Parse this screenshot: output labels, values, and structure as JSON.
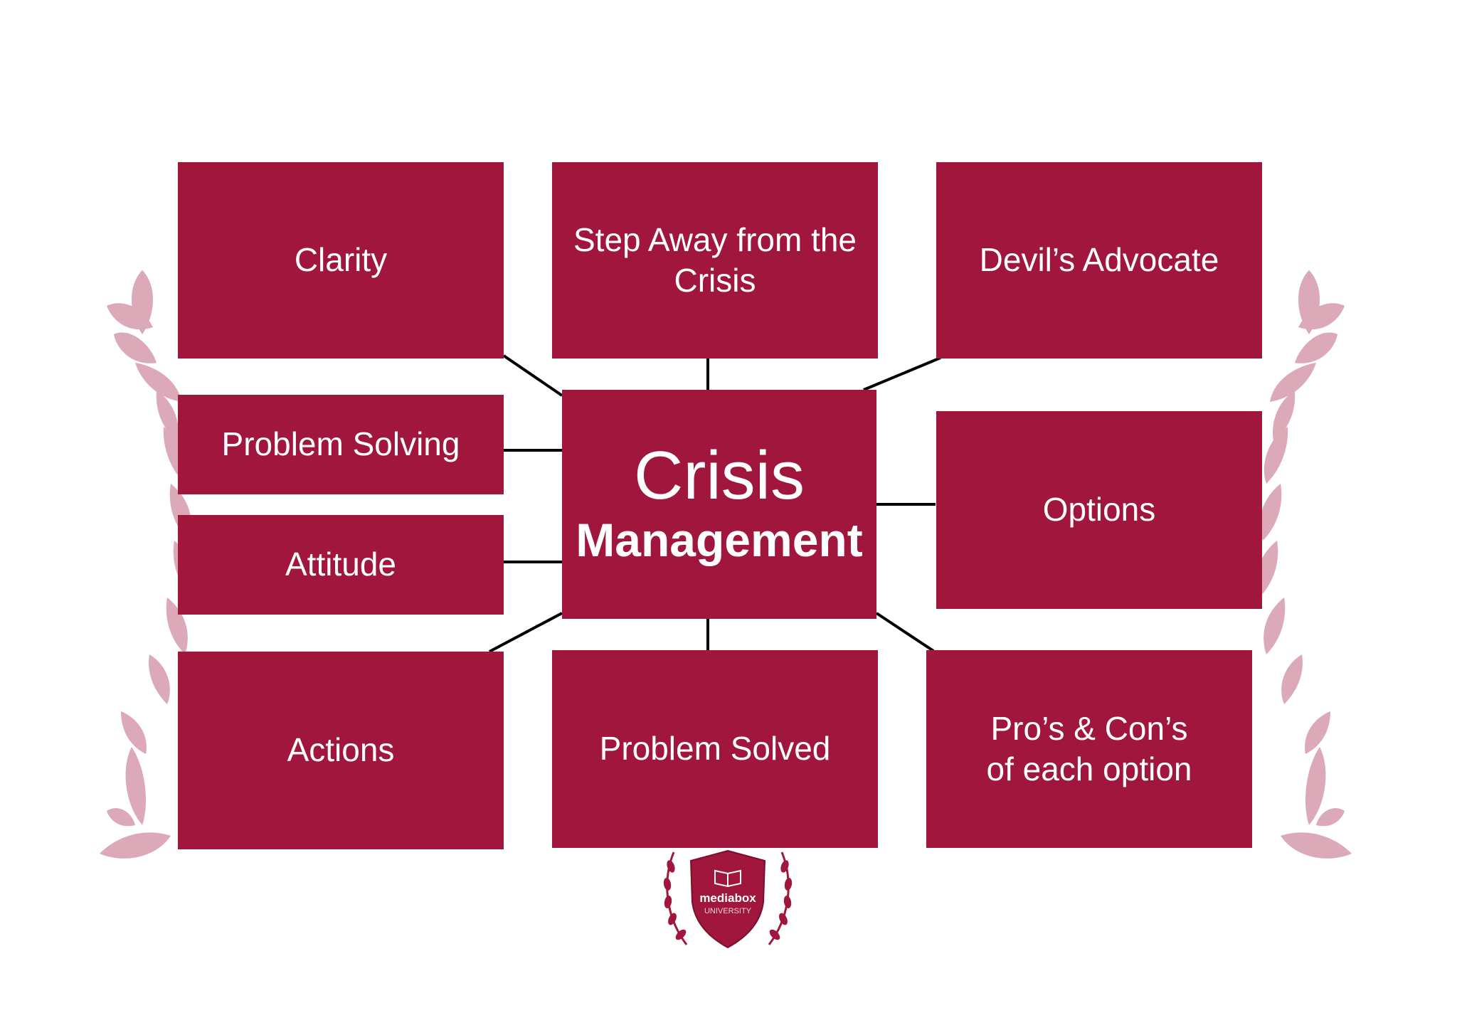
{
  "diagram": {
    "center": {
      "line1": "Crisis",
      "line2": "Management"
    },
    "nodes": {
      "clarity": "Clarity",
      "step_away": "Step Away from the\nCrisis",
      "devils_advocate": "Devil’s Advocate",
      "problem_solving": "Problem Solving",
      "attitude": "Attitude",
      "options": "Options",
      "actions": "Actions",
      "problem_solved": "Problem Solved",
      "pros_cons": "Pro’s & Con’s\nof each option"
    }
  },
  "logo": {
    "name": "mediabox",
    "subtitle": "UNIVERSITY"
  },
  "colors": {
    "box_fill": "#a1163d",
    "laurel": "#dba9b8",
    "connector": "#000000"
  }
}
